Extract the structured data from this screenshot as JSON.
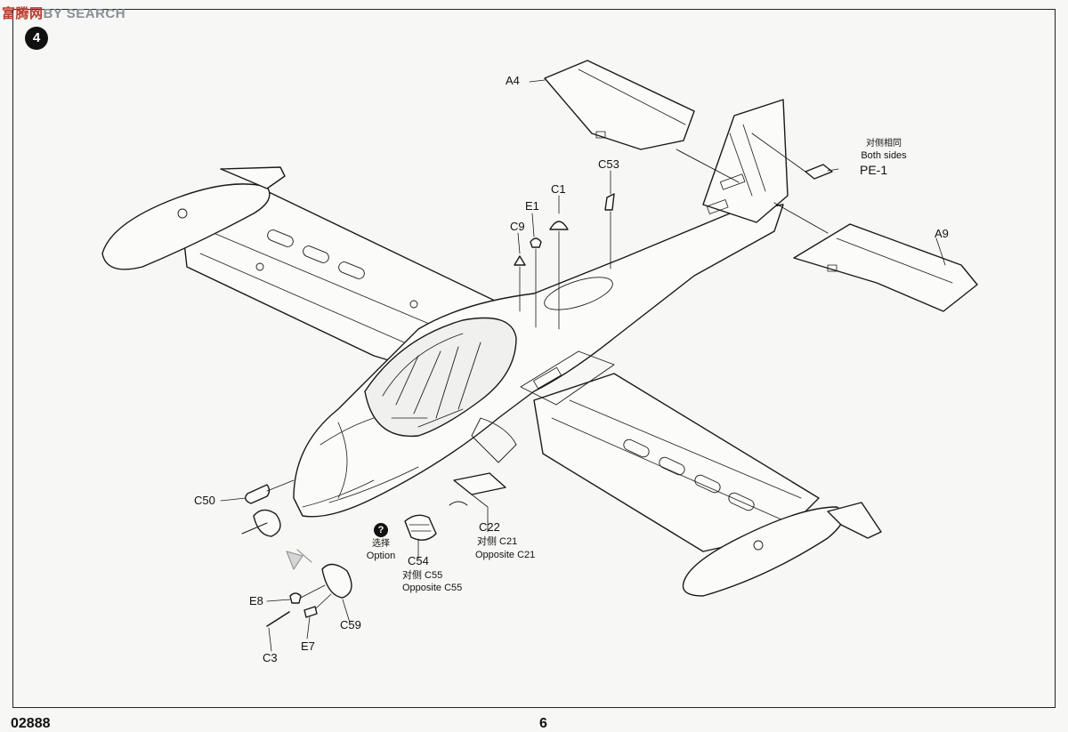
{
  "watermark": {
    "brand": "富腾网",
    "text": "BY SEARCH"
  },
  "step_number": "4",
  "footer": {
    "code": "02888",
    "page": "6"
  },
  "option_icon": "?",
  "labels": {
    "A4": "A4",
    "A9": "A9",
    "C53": "C53",
    "C1": "C1",
    "E1": "E1",
    "C9": "C9",
    "both_sides_cn": "对侧相同",
    "both_sides_en": "Both sides",
    "PE1": "PE-1",
    "C50": "C50",
    "option_cn": "选择",
    "option_en": "Option",
    "C54": "C54",
    "C55_cn": "对侧 C55",
    "C55_en": "Opposite C55",
    "C22": "C22",
    "C21_cn": "对侧 C21",
    "C21_en": "Opposite C21",
    "E8": "E8",
    "C3": "C3",
    "E7": "E7",
    "C59": "C59"
  }
}
